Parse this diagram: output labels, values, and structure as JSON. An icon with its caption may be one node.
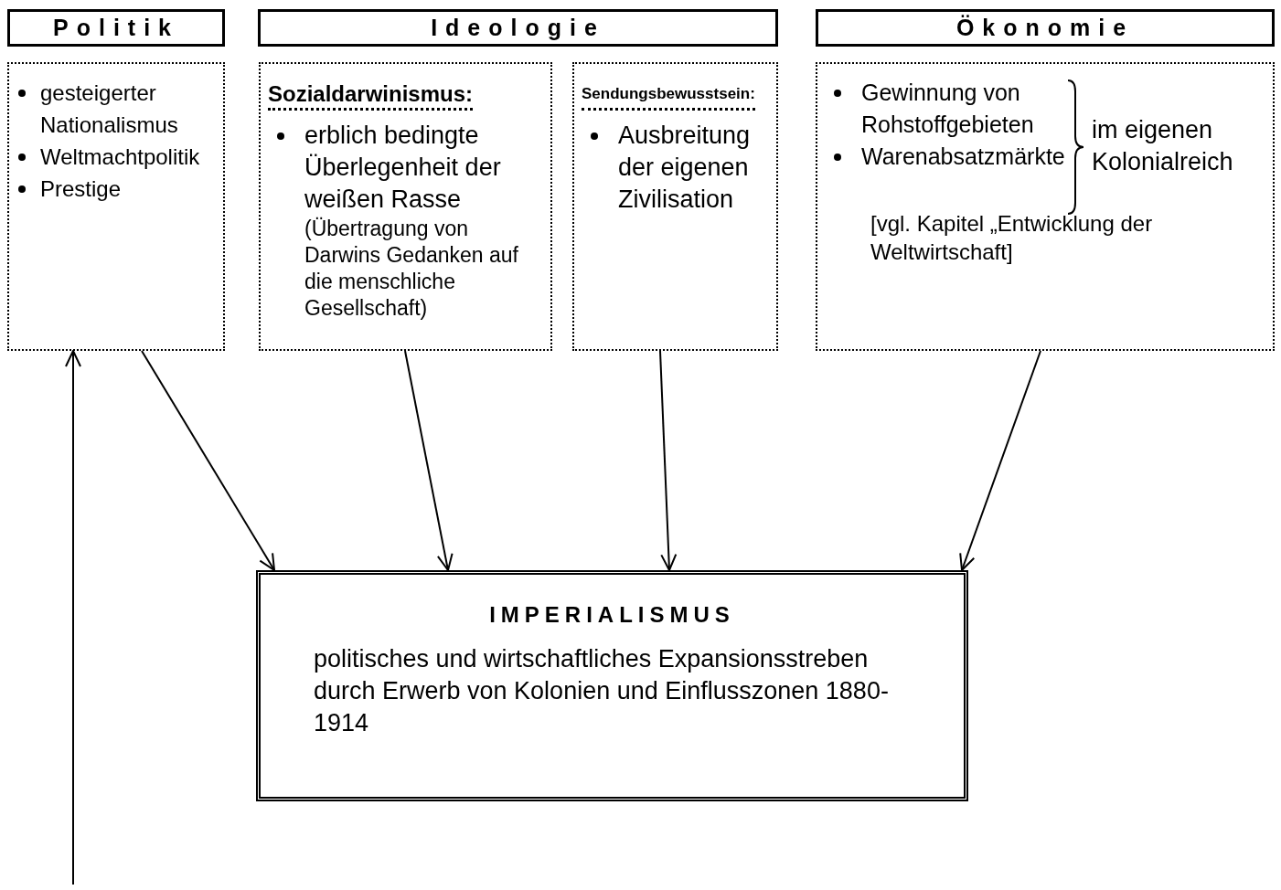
{
  "diagram": {
    "nodes": [
      {
        "text": [
          "Politik"
        ]
      },
      {
        "text": [
          "gesteigerter Nationalismus",
          "Weltmachtpolitik",
          "Prestige"
        ]
      },
      {
        "text": [
          "Ideologie"
        ]
      },
      {
        "text": [
          "Sozialdarwinismus:",
          "erblich bedingte Überlegenheit der weißen Rasse",
          "(Übertragung von Darwins Gedanken auf die menschliche Gesellschaft)"
        ]
      },
      {
        "text": [
          "Sendungsbewusstsein:",
          "Ausbreitung der eigenen Zivilisation"
        ]
      },
      {
        "text": [
          "Ökonomie"
        ]
      },
      {
        "text": [
          "Gewinnung von Rohstoffgebieten",
          "Warenabsatzmärkte",
          "im eigenen Kolonialreich",
          "[vgl. Kapitel „Entwicklung der Weltwirtschaft]"
        ]
      },
      {
        "text": [
          "IMPERIALISMUS",
          "politisches und wirtschaftliches Expansionsstreben durch Erwerb von Kolonien und Einflusszonen 1880-1914"
        ]
      }
    ],
    "edges": [
      {
        "from": 1,
        "to": 7,
        "arrow": "to"
      },
      {
        "from": 3,
        "to": 7,
        "arrow": "to"
      },
      {
        "from": 4,
        "to": 7,
        "arrow": "to"
      },
      {
        "from": 6,
        "to": 7,
        "arrow": "to"
      },
      {
        "from": null,
        "to": 1,
        "arrow": "to"
      }
    ]
  }
}
